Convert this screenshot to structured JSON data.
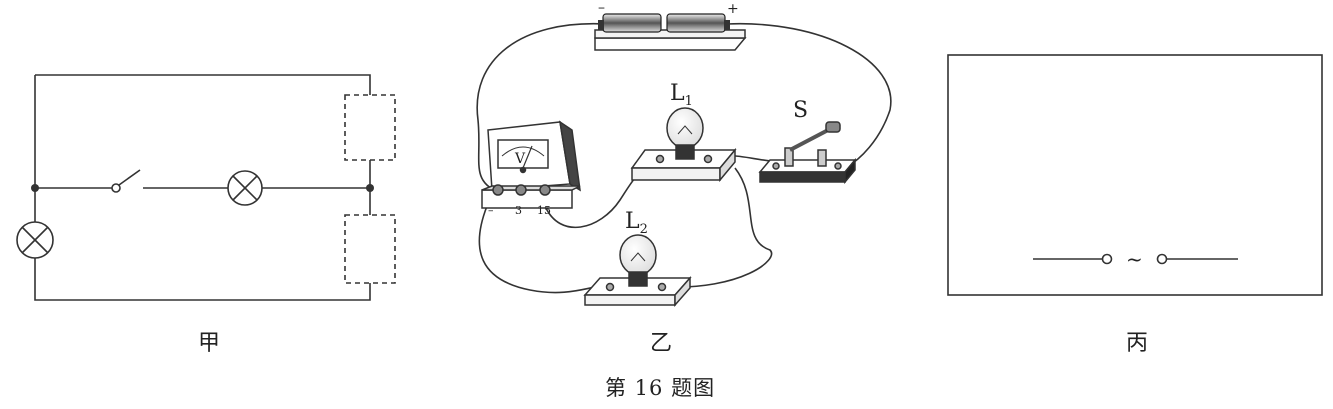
{
  "figures": {
    "jia": {
      "caption": "甲"
    },
    "yi": {
      "caption": "乙",
      "bulb1_label": "L",
      "bulb1_sub": "1",
      "bulb2_label": "L",
      "bulb2_sub": "2",
      "switch_label": "S",
      "voltmeter": {
        "symbol": "V",
        "terminal_minus": "–",
        "terminal_3": "3",
        "terminal_15": "15"
      },
      "battery": {
        "minus": "–",
        "plus": "+"
      }
    },
    "bing": {
      "caption": "丙",
      "ac_symbol": "~"
    }
  },
  "figure_title": "第 16 题图"
}
